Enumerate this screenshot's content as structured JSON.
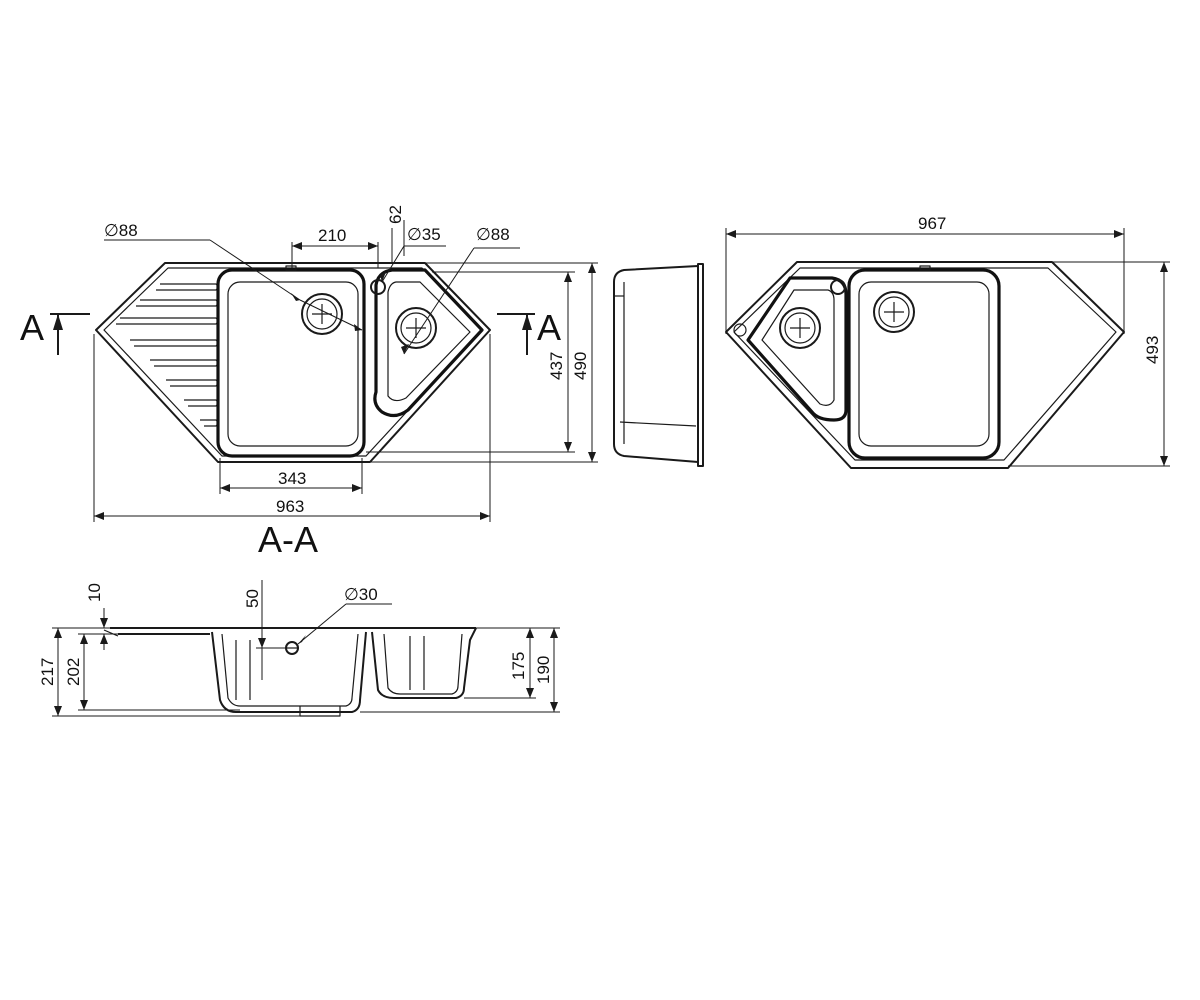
{
  "top_view": {
    "dim_210": "210",
    "dim_62": "62",
    "dim_d35": "∅35",
    "dim_d88_left": "∅88",
    "dim_d88_right": "∅88",
    "dim_437": "437",
    "dim_490": "490",
    "dim_343": "343",
    "dim_963": "963",
    "section_mark_left": "A",
    "section_mark_right": "A"
  },
  "right_view": {
    "dim_967": "967",
    "dim_493": "493"
  },
  "section_view": {
    "title": "A-A",
    "dim_10": "10",
    "dim_50": "50",
    "dim_d30": "∅30",
    "dim_217": "217",
    "dim_202": "202",
    "dim_175": "175",
    "dim_190": "190"
  }
}
